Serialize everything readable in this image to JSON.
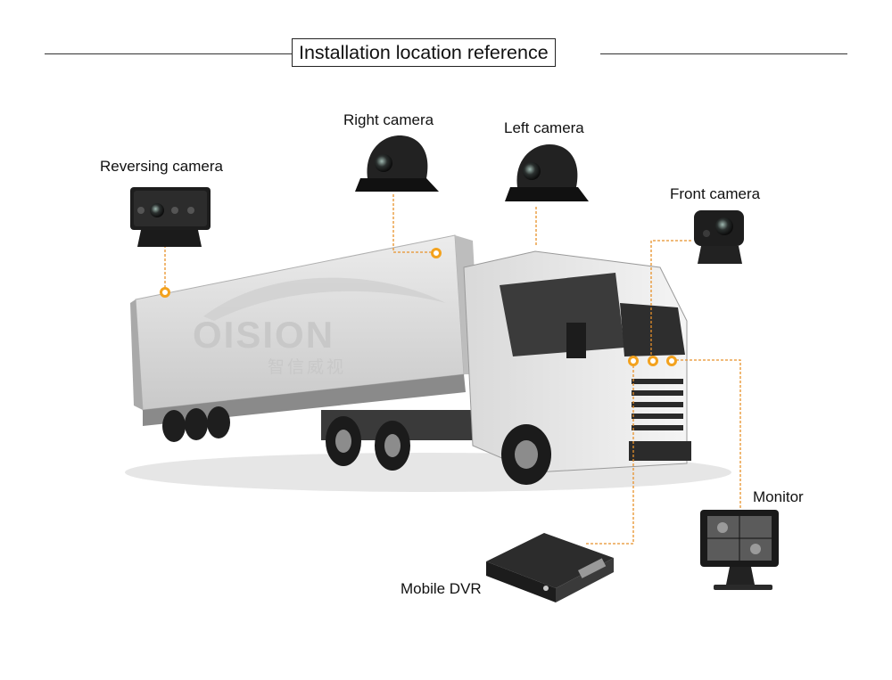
{
  "title": "Installation location reference",
  "labels": {
    "reversing_camera": "Reversing camera",
    "right_camera": "Right camera",
    "left_camera": "Left camera",
    "front_camera": "Front camera",
    "monitor": "Monitor",
    "mobile_dvr": "Mobile DVR"
  },
  "watermark": {
    "brand": "OISION",
    "sub": "智信威视"
  },
  "colors": {
    "connector": "#e8912a",
    "dot": "#f3a21e"
  }
}
